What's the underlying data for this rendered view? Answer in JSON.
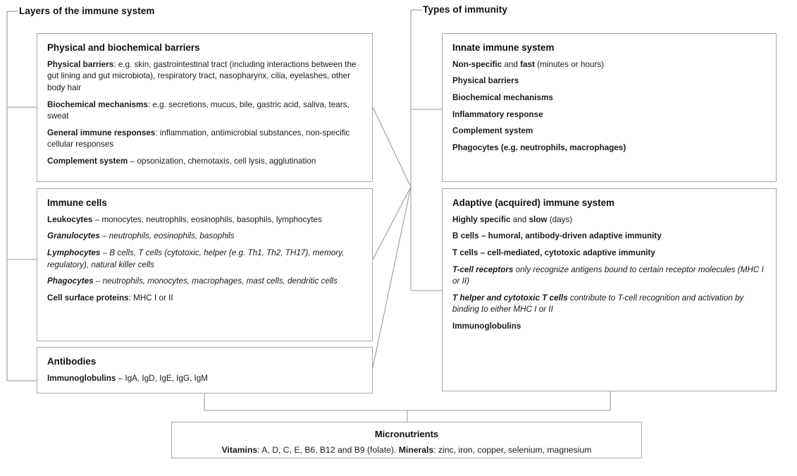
{
  "groups": {
    "left_title": "Layers of the immune system",
    "right_title": "Types of immunity"
  },
  "boxes": {
    "barriers": {
      "heading": "Physical and biochemical barriers",
      "items": [
        {
          "label": "Physical barriers",
          "sep": ": ",
          "text": "e.g. skin, gastrointestinal tract (including interactions between the gut lining and gut microbiota),  respiratory tract, nasopharynx, cilia, eyelashes, other body hair"
        },
        {
          "label": "Biochemical mechanisms",
          "sep": ": ",
          "text": "e.g. secretions, mucus, bile, gastric acid, saliva, tears, sweat"
        },
        {
          "label": "General immune responses",
          "sep": ": ",
          "text": "inflammation, antimicrobial substances, non-specific cellular responses"
        },
        {
          "label": "Complement system",
          "sep": " – ",
          "text": "opsonization, chemotaxis, cell lysis, agglutination"
        }
      ]
    },
    "cells": {
      "heading": "Immune cells",
      "leukocytes": {
        "label": "Leukocytes",
        "sep": " – ",
        "text": "monocytes, neutrophils, eosinophils, basophils, lymphocytes"
      },
      "sub": [
        {
          "label": "Granulocytes",
          "sep": " – ",
          "text": "neutrophils, eosinophils, basophils"
        },
        {
          "label": "Lymphocytes",
          "sep": " – ",
          "text": "B cells, T cells (cytotoxic, helper (e.g. Th1, Th2, TH17), memory, regulatory), natural killer cells"
        },
        {
          "label": "Phagocytes",
          "sep": " – ",
          "text": "neutrophils, monocytes, macrophages, mast cells, dendritic cells"
        }
      ],
      "surface": {
        "label": "Cell surface proteins",
        "sep": ": ",
        "text": "MHC I or II"
      }
    },
    "antibodies": {
      "heading": "Antibodies",
      "item": {
        "label": "Immunoglobulins",
        "sep": " – ",
        "text": "IgA, IgD, IgE, IgG, IgM"
      }
    },
    "innate": {
      "heading": "Innate immune system",
      "speed_a": "Non-specific",
      "speed_mid": " and ",
      "speed_b": "fast",
      "speed_tail": " (minutes or hours)",
      "items": [
        "Physical barriers",
        "Biochemical mechanisms",
        "Inflammatory response",
        "Complement system",
        "Phagocytes (e.g. neutrophils, macrophages)"
      ]
    },
    "adaptive": {
      "heading": "Adaptive (acquired) immune system",
      "speed_a": "Highly specific",
      "speed_mid": " and ",
      "speed_b": "slow",
      "speed_tail": " (days)",
      "bcells": "B cells – humoral, antibody-driven adaptive immunity",
      "tcells": "T cells – cell-mediated, cytotoxic adaptive immunity",
      "sub": [
        {
          "label": "T-cell receptors",
          "text": " only recognize antigens bound to certain receptor molecules (MHC I or II)"
        },
        {
          "label": "T helper and cytotoxic T cells",
          "text": " contribute to T-cell recognition and activation by binding to either MHC I or II"
        }
      ],
      "immunoglobulins": "Immunoglobulins"
    },
    "micronutrients": {
      "heading": "Micronutrients",
      "vitamins_label": "Vitamins",
      "vitamins_text": ": A, D, C, E, B6, B12 and B9 (folate). ",
      "minerals_label": "Minerals",
      "minerals_text": ": zinc, iron, copper, selenium, magnesium"
    }
  },
  "colors": {
    "box_border": "#a6a6a6",
    "connector": "#9b9b9b",
    "text": "#1a1a1a",
    "background": "#ffffff"
  }
}
